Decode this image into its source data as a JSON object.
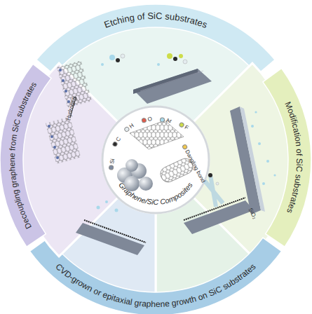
{
  "diagram": {
    "nodes": [
      {
        "text": [
          "Graphene/SiC Composites"
        ]
      },
      {
        "text": [
          "Etching of SiC substrates"
        ]
      },
      {
        "text": [
          "Modification of SiC substrates"
        ]
      },
      {
        "text": [
          "CVD-grown or epitaxial graphene growth on SiC substrates"
        ]
      },
      {
        "text": [
          "Decoupling graphene from SiC substrates"
        ]
      }
    ],
    "labels": [
      "SiO₂",
      "Hydrogen"
    ],
    "legend": [
      {
        "text": "Si",
        "color": "#7d8aa0"
      },
      {
        "text": "C",
        "color": "#2b2b2b"
      },
      {
        "text": "H",
        "color": "#e4ecef"
      },
      {
        "text": "O",
        "color": "#e05a4a"
      },
      {
        "text": "Ar",
        "color": "#a8d8ea"
      },
      {
        "text": "F",
        "color": "#cddc4a"
      },
      {
        "text": "Dangling bond",
        "color": "#f0c850"
      }
    ]
  }
}
